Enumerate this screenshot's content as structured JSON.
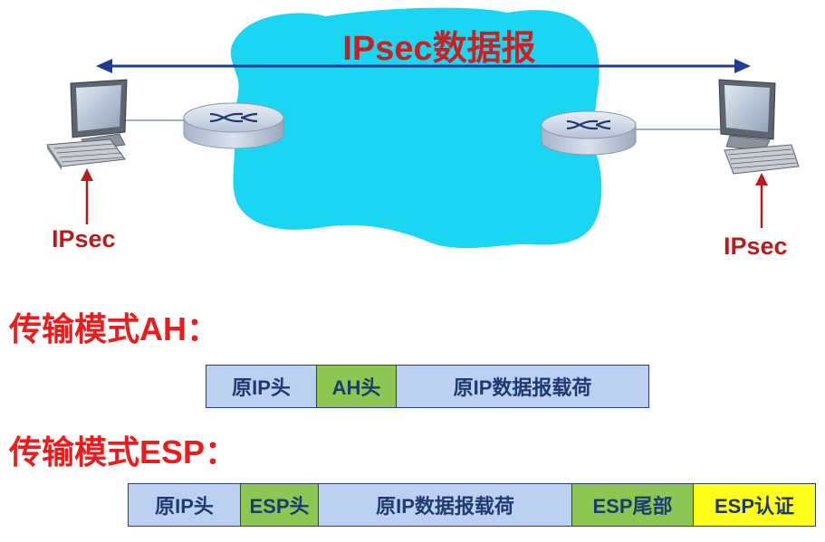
{
  "title": "IPsec数据报",
  "endpoints": {
    "left_label": "IPsec",
    "right_label": "IPsec"
  },
  "modes": [
    {
      "heading": "传输模式AH：",
      "segments": [
        {
          "label": "原IP头",
          "color": "#bcd1f2"
        },
        {
          "label": "AH头",
          "color": "#8dc653"
        },
        {
          "label": "原IP数据报载荷",
          "color": "#bcd1f2"
        }
      ]
    },
    {
      "heading": "传输模式ESP：",
      "segments": [
        {
          "label": "原IP头",
          "color": "#bcd1f2"
        },
        {
          "label": "ESP头",
          "color": "#8dc653"
        },
        {
          "label": "原IP数据报载荷",
          "color": "#bcd1f2"
        },
        {
          "label": "ESP尾部",
          "color": "#8dc653"
        },
        {
          "label": "ESP认证",
          "color": "#ffff1a"
        }
      ]
    }
  ],
  "colors": {
    "cloud": "#1ad6f2",
    "arrow": "#1f3a93",
    "label_red": "#b71c1c",
    "heading_red": "#e81e1e"
  }
}
